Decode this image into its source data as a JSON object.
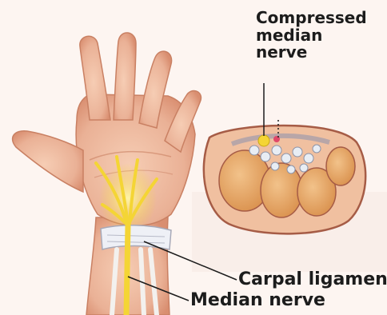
{
  "labels": {
    "compressed_line1": "Compressed",
    "compressed_line2": "median",
    "compressed_line3": "nerve",
    "carpal_ligament": "Carpal ligament",
    "median_nerve": "Median nerve"
  },
  "colors": {
    "background": "#fdf5f1",
    "skin": "#efb99d",
    "skin_shadow": "#d98e70",
    "nerve": "#f4d535",
    "ligament": "#eef0f6",
    "bone": "#e4a35e",
    "section_outline": "#a65c46",
    "leader_line": "#1c1c1c"
  }
}
